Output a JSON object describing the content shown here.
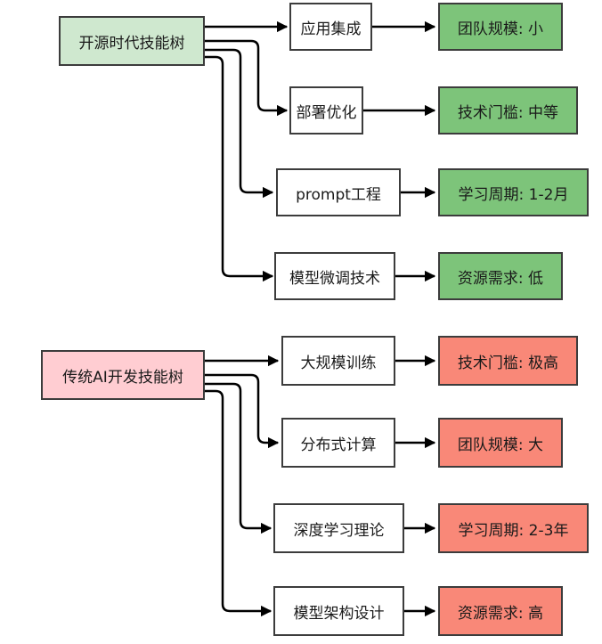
{
  "colors": {
    "root_green": "#cfe8cf",
    "root_red": "#ffcdd2",
    "leaf_green": "#7dc47a",
    "leaf_red": "#f98878",
    "stroke": "#000000"
  },
  "open_source": {
    "root": "开源时代技能树",
    "items": [
      {
        "skill": "应用集成",
        "attr": "团队规模: 小"
      },
      {
        "skill": "部署优化",
        "attr": "技术门槛: 中等"
      },
      {
        "skill": "prompt工程",
        "attr": "学习周期: 1-2月"
      },
      {
        "skill": "模型微调技术",
        "attr": "资源需求: 低"
      }
    ]
  },
  "traditional": {
    "root": "传统AI开发技能树",
    "items": [
      {
        "skill": "大规模训练",
        "attr": "技术门槛: 极高"
      },
      {
        "skill": "分布式计算",
        "attr": "团队规模: 大"
      },
      {
        "skill": "深度学习理论",
        "attr": "学习周期: 2-3年"
      },
      {
        "skill": "模型架构设计",
        "attr": "资源需求: 高"
      }
    ]
  }
}
